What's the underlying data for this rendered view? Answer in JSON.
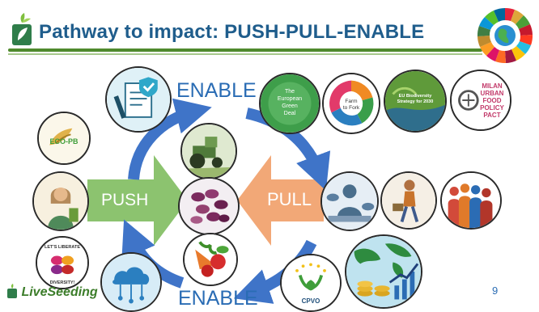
{
  "header": {
    "title": "Pathway to impact: PUSH-PULL-ENABLE"
  },
  "diagram": {
    "enable_top": "ENABLE",
    "enable_bottom": "ENABLE",
    "push": "PUSH",
    "pull": "PULL"
  },
  "circles": {
    "eco_pb": "ECO-PB",
    "green_deal_line1": "The",
    "green_deal_line2": "European",
    "green_deal_line3": "Green",
    "green_deal_line4": "Deal",
    "farm_to_fork_line1": "Farm",
    "farm_to_fork_line2": "to Fork",
    "biodiversity_line1": "EU Biodiversity",
    "biodiversity_line2": "Strategy for 2030",
    "milan_line1": "MILAN",
    "milan_line2": "URBAN",
    "milan_line3": "FOOD",
    "milan_line4": "POLICY",
    "milan_line5": "PACT",
    "lets_liberate_line1": "LET'S LIBERATE",
    "lets_liberate_line2": "DIVERSITY!",
    "cpvo": "CPVO"
  },
  "footer": {
    "brand": "LiveSeeding",
    "page_number": "9"
  },
  "colors": {
    "title_blue": "#1f5d8c",
    "enable_blue": "#2a6cb4",
    "push_green": "#8cc36f",
    "pull_orange": "#f2a877",
    "cycle_arrow_blue": "#3f74c8",
    "header_rule_green": "#4f8a2d"
  }
}
